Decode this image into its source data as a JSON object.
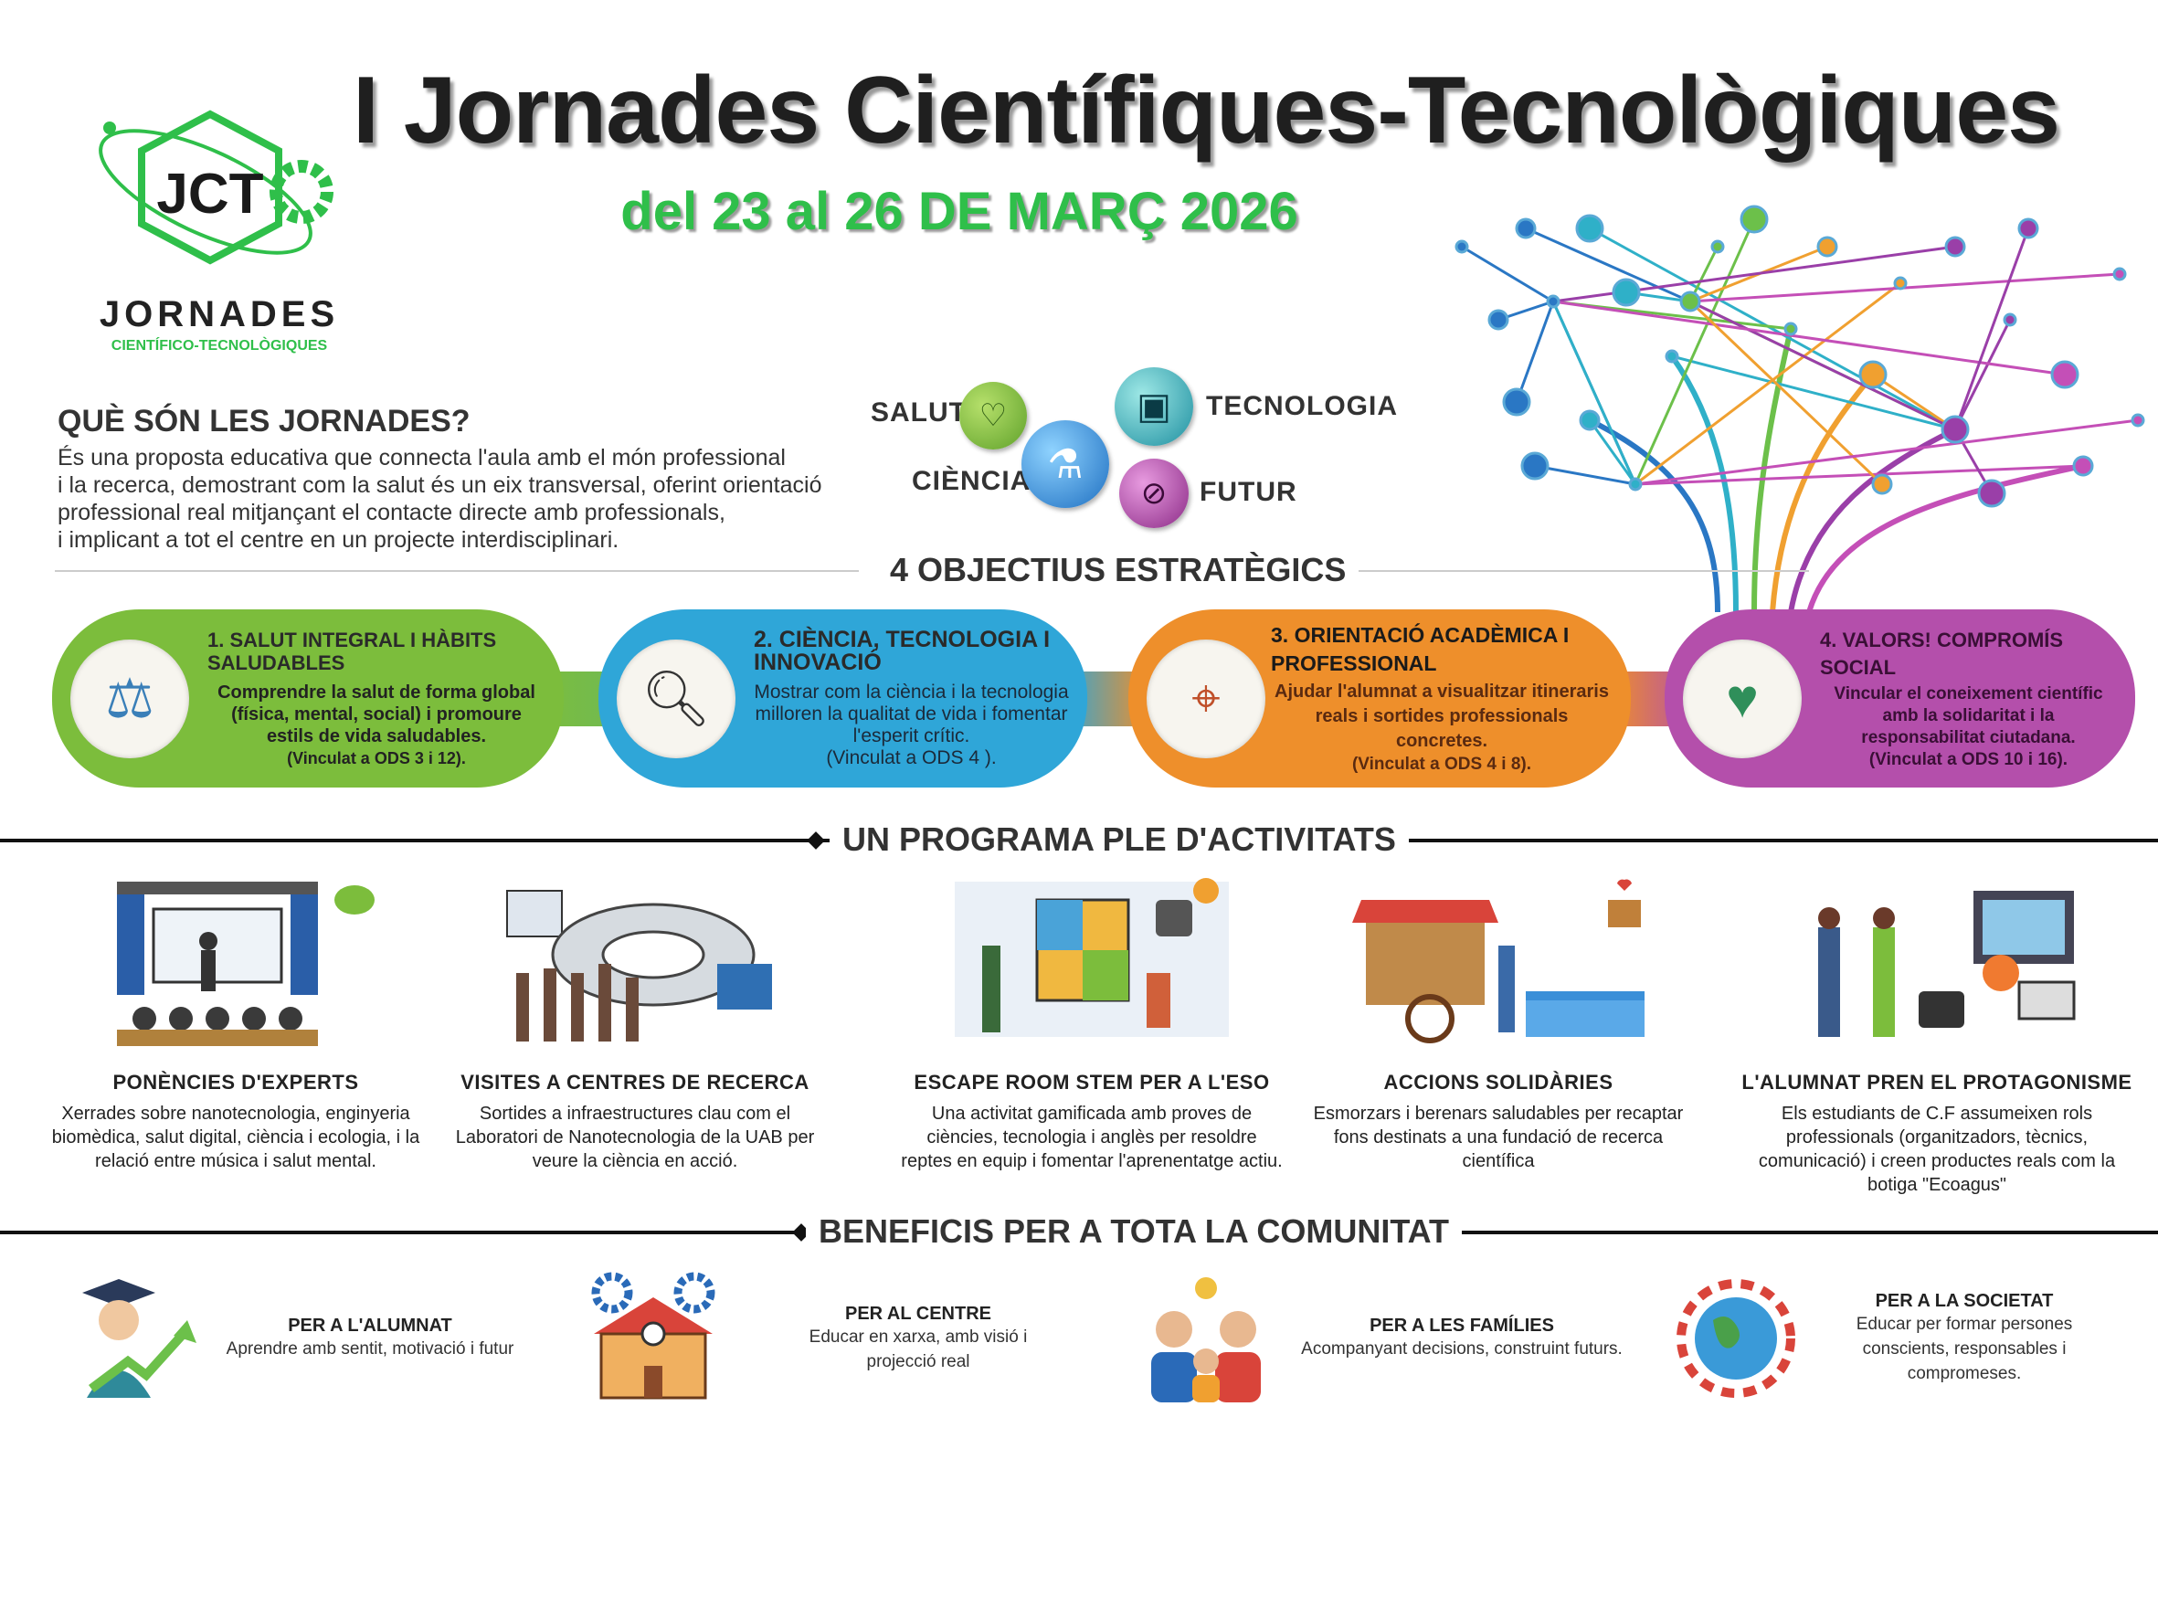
{
  "header": {
    "title": "I Jornades Científiques-Tecnològiques",
    "subtitle": "del 23 al 26 DE MARÇ 2026"
  },
  "logo": {
    "monogram": "JCT",
    "name": "JORNADES",
    "tagline": "CIENTÍFICO-TECNOLÒGIQUES"
  },
  "intro": {
    "heading": "QUÈ SÓN LES JORNADES?",
    "lines": [
      "És una proposta educativa que connecta l'aula amb el món professional",
      "i la recerca, demostrant com la salut és un eix transversal, oferint orientació",
      "professional real mitjançant el contacte directe amb professionals,",
      "i implicant a tot el centre en un projecte interdisciplinari."
    ]
  },
  "pillars": {
    "salut": "SALUT",
    "tecnologia": "TECNOLOGIA",
    "ciencia": "CIÈNCIA",
    "futur": "FUTUR"
  },
  "colors": {
    "green": "#7cbd3c",
    "blue": "#2fa6d8",
    "orange": "#ee8f2b",
    "purple": "#b44fab",
    "title_green": "#2fbf4a"
  },
  "objectives": {
    "heading": "4 OBJECTIUS ESTRATÈGICS",
    "items": [
      {
        "title": "1. SALUT INTEGRAL I HÀBITS SALUDABLES",
        "text": "Comprendre la salut de forma global (física, mental, social) i promoure estils de vida saludables.",
        "ods": "(Vinculat a ODS 3 i 12)."
      },
      {
        "title": "2. CIÈNCIA, TECNOLOGIA I INNOVACIÓ",
        "text": "Mostrar com la ciència i la tecnologia milloren la qualitat de vida i fomentar l'esperit crític.",
        "ods": "(Vinculat a ODS 4 )."
      },
      {
        "title": "3. ORIENTACIÓ ACADÈMICA I PROFESSIONAL",
        "text": "Ajudar l'alumnat a visualitzar itineraris reals i sortides professionals concretes.",
        "ods": "(Vinculat a ODS 4  i  8)."
      },
      {
        "title": "4. VALORS! COMPROMÍS SOCIAL",
        "text": "Vincular el coneixement científic amb la solidaritat i la responsabilitat ciutadana.",
        "ods": "(Vinculat a ODS 10 i 16)."
      }
    ]
  },
  "program": {
    "heading": "UN PROGRAMA PLE D'ACTIVITATS",
    "items": [
      {
        "title": "PONÈNCIES D'EXPERTS",
        "text": "Xerrades sobre nanotecnologia, enginyeria biomèdica, salut digital, ciència i ecologia, i la relació entre música i salut mental."
      },
      {
        "title": "VISITES A CENTRES DE RECERCA",
        "text": "Sortides a infraestructures clau com el Laboratori de Nanotecnologia de la UAB per veure la ciència en acció."
      },
      {
        "title": "ESCAPE ROOM STEM PER A L'ESO",
        "text": "Una activitat gamificada amb proves de ciències, tecnologia i anglès per resoldre reptes en equip i fomentar l'aprenentatge actiu."
      },
      {
        "title": "ACCIONS SOLIDÀRIES",
        "text": "Esmorzars i berenars saludables per recaptar fons destinats a una fundació de recerca científica"
      },
      {
        "title": "L'ALUMNAT PREN EL PROTAGONISME",
        "text": "Els estudiants de C.F assumeixen rols professionals (organitzadors, tècnics, comunicació) i creen productes reals com la botiga \"Ecoagus\""
      }
    ]
  },
  "benefits": {
    "heading": "BENEFICIS PER A TOTA LA COMUNITAT",
    "items": [
      {
        "title": "PER A L'ALUMNAT",
        "text": "Aprendre amb sentit, motivació i futur"
      },
      {
        "title": "PER AL CENTRE",
        "text": "Educar en xarxa, amb visió i projecció real"
      },
      {
        "title": "PER A LES FAMÍLIES",
        "text": "Acompanyant decisions, construint futurs."
      },
      {
        "title": "PER A LA SOCIETAT",
        "text": "Educar per formar persones conscients, responsables i compromeses."
      }
    ]
  }
}
